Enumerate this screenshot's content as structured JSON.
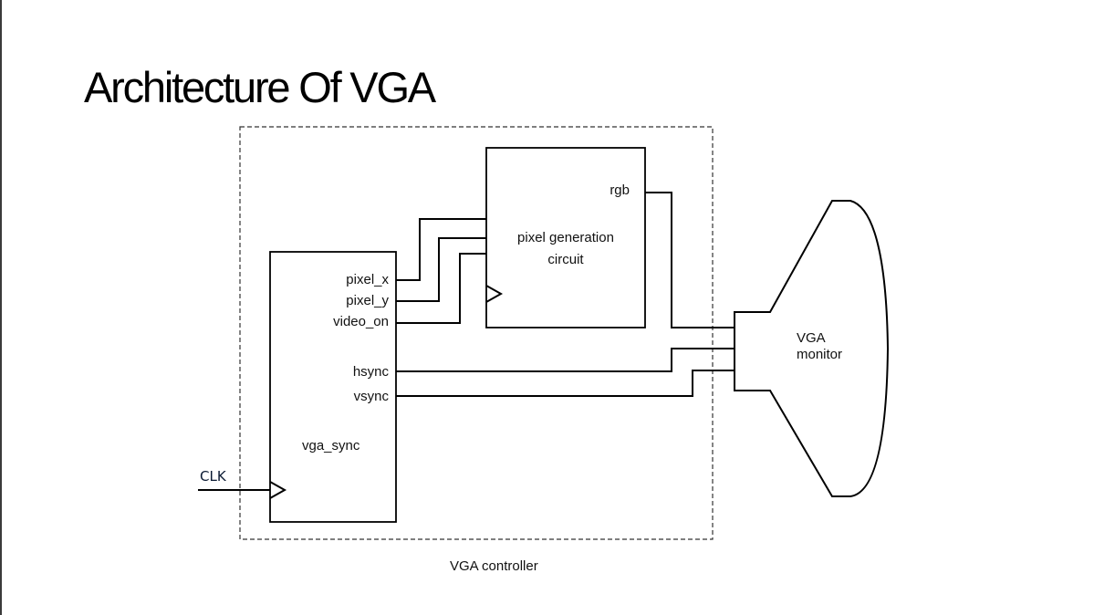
{
  "slide": {
    "title": "Architecture Of VGA"
  },
  "diagram": {
    "controller": {
      "label": "VGA controller"
    },
    "vga_sync": {
      "name": "vga_sync",
      "ports": {
        "pixel_x": "pixel_x",
        "pixel_y": "pixel_y",
        "video_on": "video_on",
        "hsync": "hsync",
        "vsync": "vsync"
      }
    },
    "pixel_gen": {
      "name_line1": "pixel generation",
      "name_line2": "circuit",
      "output": "rgb"
    },
    "monitor": {
      "line1": "VGA",
      "line2": "monitor"
    },
    "clock_input": "CLK"
  }
}
